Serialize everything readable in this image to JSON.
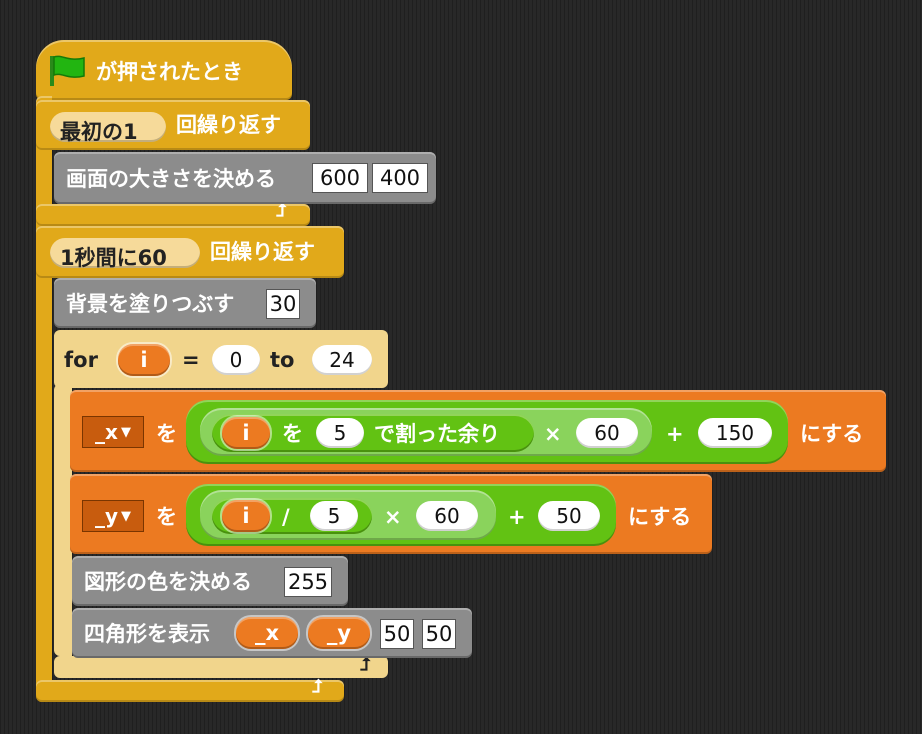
{
  "hat": {
    "label": "が押されたとき",
    "icon": "green-flag-icon"
  },
  "repeat1": {
    "reporter": "最初の1",
    "label": "回繰り返す",
    "set_size": {
      "label": "画面の大きさを決める",
      "width": "600",
      "height": "400"
    }
  },
  "repeat2": {
    "reporter": "1秒間に60",
    "label": "回繰り返す",
    "background": {
      "label": "背景を塗りつぶす",
      "value": "30"
    },
    "for": {
      "keyword": "for",
      "var": "i",
      "eq": "=",
      "from": "0",
      "to_kw": "to",
      "to": "24",
      "set_x": {
        "var": "_x",
        "wo": "を",
        "i": "i",
        "wo2": "を",
        "mod": "5",
        "mod_label": "で割った余り",
        "times": "×",
        "mul": "60",
        "plus": "+",
        "add": "150",
        "end": "にする"
      },
      "set_y": {
        "var": "_y",
        "wo": "を",
        "i": "i",
        "div": "/",
        "dv": "5",
        "times": "×",
        "mul": "60",
        "plus": "+",
        "add": "50",
        "end": "にする"
      },
      "color": {
        "label": "図形の色を決める",
        "value": "255"
      },
      "rect": {
        "label": "四角形を表示",
        "x": "_x",
        "y": "_y",
        "w": "50",
        "h": "50"
      }
    }
  }
}
